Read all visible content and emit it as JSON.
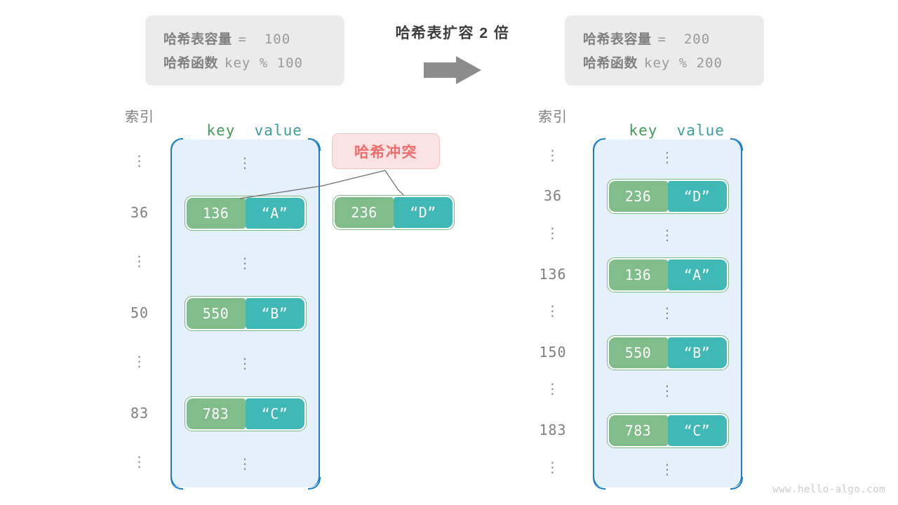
{
  "transform": {
    "title": "哈希表扩容 2 倍",
    "arrow_icon": "right-arrow-icon"
  },
  "left_info": {
    "capacity_label": "哈希表容量",
    "capacity_expr": "=  100",
    "function_label": "哈希函数",
    "function_expr": "key % 100"
  },
  "right_info": {
    "capacity_label": "哈希表容量",
    "capacity_expr": "=  200",
    "function_label": "哈希函数",
    "function_expr": "key % 200"
  },
  "headers": {
    "index": "索引",
    "key": "key",
    "value": "value",
    "kv_combined": "key  value"
  },
  "collision": {
    "label": "哈希冲突",
    "badge_color": "#fbe3e3",
    "text_color": "#ef6d6d"
  },
  "colors": {
    "key_chip": "#81bd8a",
    "value_chip": "#40b9b6",
    "bucket_fill": "#e4f0fa",
    "bucket_border": "#1d7fc6",
    "info_box": "#ebebeb",
    "arrow": "#8c8c8c"
  },
  "left_table": {
    "rows": [
      {
        "index": "⋮",
        "type": "ellipsis"
      },
      {
        "index": "36",
        "type": "pair",
        "key": "136",
        "value": "“A”"
      },
      {
        "index": "⋮",
        "type": "ellipsis"
      },
      {
        "index": "50",
        "type": "pair",
        "key": "550",
        "value": "“B”"
      },
      {
        "index": "⋮",
        "type": "ellipsis"
      },
      {
        "index": "83",
        "type": "pair",
        "key": "783",
        "value": "“C”"
      },
      {
        "index": "⋮",
        "type": "ellipsis"
      }
    ]
  },
  "colliding_pair": {
    "key": "236",
    "value": "“D”"
  },
  "right_table": {
    "rows": [
      {
        "index": "⋮",
        "type": "ellipsis"
      },
      {
        "index": "36",
        "type": "pair",
        "key": "236",
        "value": "“D”"
      },
      {
        "index": "⋮",
        "type": "ellipsis"
      },
      {
        "index": "136",
        "type": "pair",
        "key": "136",
        "value": "“A”"
      },
      {
        "index": "⋮",
        "type": "ellipsis"
      },
      {
        "index": "150",
        "type": "pair",
        "key": "550",
        "value": "“B”"
      },
      {
        "index": "⋮",
        "type": "ellipsis"
      },
      {
        "index": "183",
        "type": "pair",
        "key": "783",
        "value": "“C”"
      },
      {
        "index": "⋮",
        "type": "ellipsis"
      }
    ]
  },
  "watermark": "www.hello-algo.com"
}
